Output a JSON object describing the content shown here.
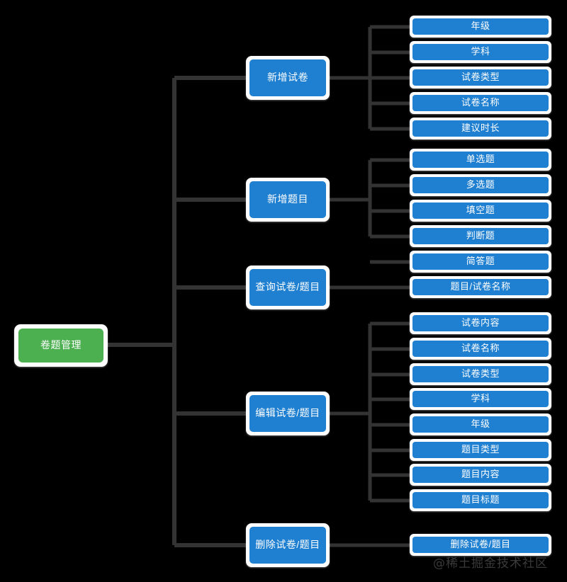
{
  "diagram": {
    "title": "卷题管理",
    "root": {
      "label": "卷题管理",
      "color": "#4caf50"
    },
    "node_color": "#1f7fd0",
    "line_color": "#333333",
    "background": "#000000",
    "watermark": "@稀土掘金技术社区",
    "branches": [
      {
        "label": "新增试卷",
        "leaves": [
          "年级",
          "学科",
          "试卷类型",
          "试卷名称",
          "建议时长"
        ]
      },
      {
        "label": "新增题目",
        "leaves": [
          "单选题",
          "多选题",
          "填空题",
          "判断题",
          "简答题"
        ]
      },
      {
        "label": "查询试卷/题目",
        "leaves": [
          "题目/试卷名称"
        ]
      },
      {
        "label": "编辑试卷/题目",
        "leaves": [
          "试卷内容",
          "试卷名称",
          "试卷类型",
          "学科",
          "年级",
          "题目类型",
          "题目内容",
          "题目标题"
        ]
      },
      {
        "label": "删除试卷/题目",
        "leaves": [
          "删除试卷/题目"
        ]
      }
    ]
  }
}
